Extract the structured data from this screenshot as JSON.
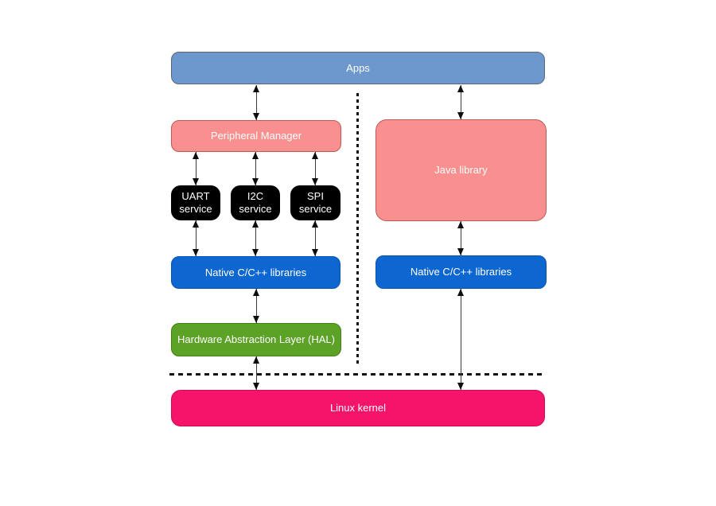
{
  "diagram": {
    "name": "platform-architecture-diagram",
    "nodes": {
      "apps": {
        "label": "Apps",
        "fill": "#6d98ce",
        "border": "#5c6672"
      },
      "peripheral_manager": {
        "label": "Peripheral Manager",
        "fill": "#f7908e",
        "border": "#c05955"
      },
      "uart_service": {
        "label": "UART service",
        "fill": "#000000",
        "border": "#000000"
      },
      "i2c_service": {
        "label": "I2C service",
        "fill": "#000000",
        "border": "#000000"
      },
      "spi_service": {
        "label": "SPI service",
        "fill": "#000000",
        "border": "#000000"
      },
      "native_libs_left": {
        "label": "Native C/C++ libraries",
        "fill": "#0e67d1",
        "border": "#0a55ac"
      },
      "hal": {
        "label": "Hardware Abstraction Layer (HAL)",
        "fill": "#5ba226",
        "border": "#447f15"
      },
      "java_library": {
        "label": "Java library",
        "fill": "#f7908e",
        "border": "#c05955"
      },
      "native_libs_right": {
        "label": "Native C/C++ libraries",
        "fill": "#0e67d1",
        "border": "#0a55ac"
      },
      "linux_kernel": {
        "label": "Linux kernel",
        "fill": "#f6146b",
        "border": "#d00b59"
      }
    },
    "connectors": {
      "style": "double-headed vertical arrows",
      "separators": [
        "vertical dashed divider between left and right stacks",
        "horizontal dashed divider above Linux kernel"
      ]
    },
    "text_color": "#ffffff"
  }
}
